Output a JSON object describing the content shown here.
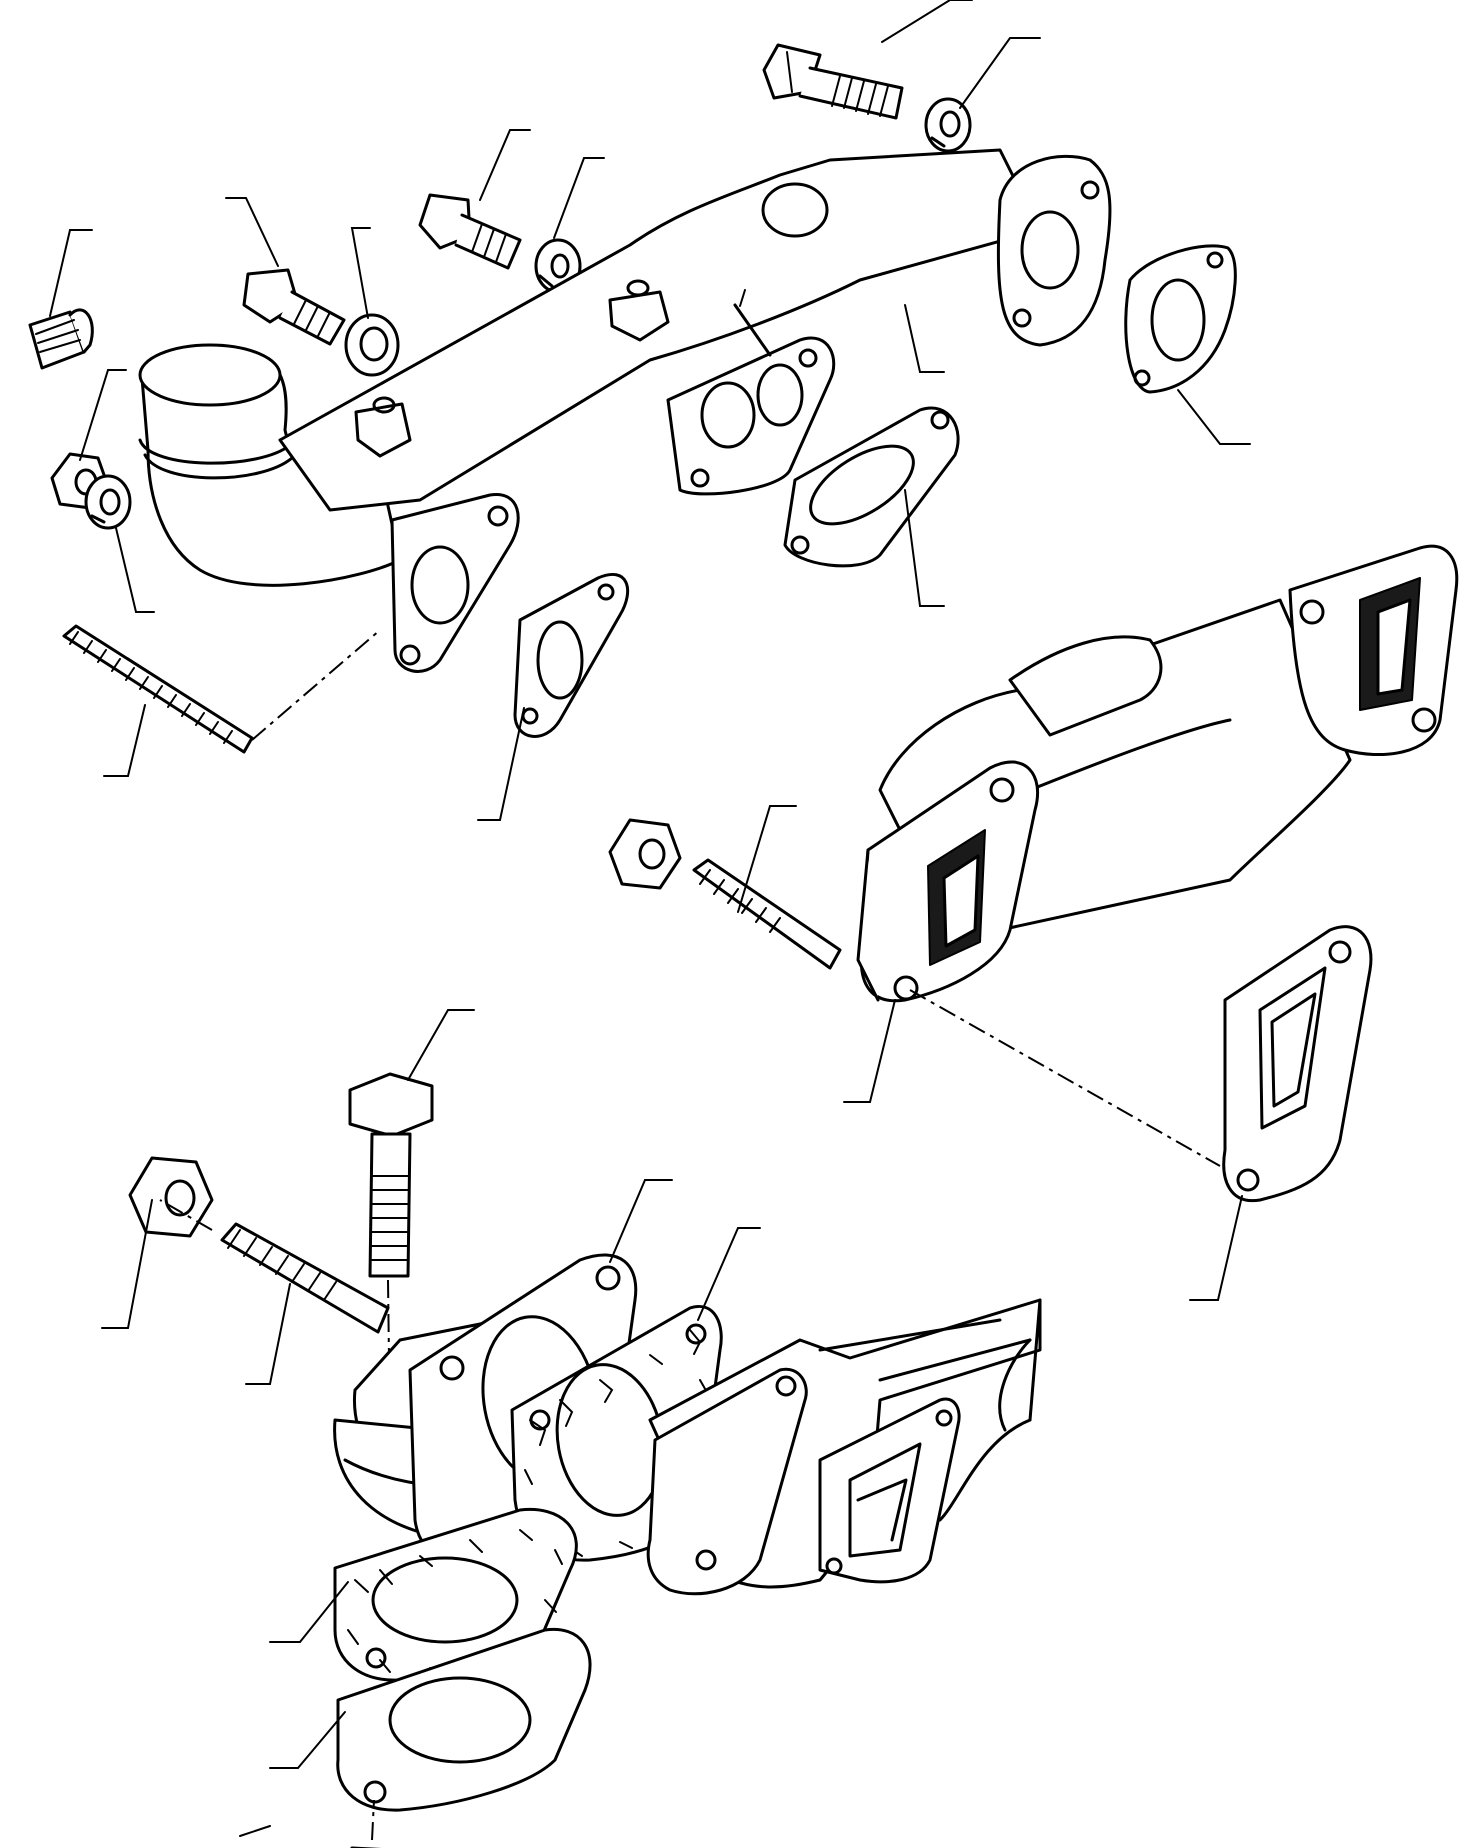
{
  "figure": {
    "kind": "exploded parts diagram",
    "colors": {
      "line": "#000000",
      "background": "#ffffff"
    }
  },
  "assemblies": [
    {
      "name": "upper-manifold",
      "parts": [
        {
          "id": "bolt-top",
          "icon": "hex-bolt-icon"
        },
        {
          "id": "washer-top",
          "icon": "split-washer-icon"
        },
        {
          "id": "bolt-mid",
          "icon": "hex-bolt-icon"
        },
        {
          "id": "washer-mid",
          "icon": "split-washer-icon"
        },
        {
          "id": "bolt-left",
          "icon": "hex-bolt-icon"
        },
        {
          "id": "washer-left",
          "icon": "flat-washer-icon"
        },
        {
          "id": "plug",
          "icon": "threaded-plug-icon"
        },
        {
          "id": "nut-left",
          "icon": "hex-nut-icon"
        },
        {
          "id": "washer-nut",
          "icon": "split-washer-icon"
        },
        {
          "id": "manifold-body",
          "icon": "exhaust-manifold-icon"
        },
        {
          "id": "stud-long",
          "icon": "threaded-stud-icon"
        },
        {
          "id": "gasket-small",
          "icon": "gasket-icon"
        },
        {
          "id": "gasket-oval",
          "icon": "gasket-icon"
        },
        {
          "id": "gasket-right",
          "icon": "gasket-icon"
        }
      ]
    },
    {
      "name": "middle-manifold",
      "parts": [
        {
          "id": "nut-mid",
          "icon": "hex-nut-icon"
        },
        {
          "id": "stud-mid",
          "icon": "threaded-stud-icon"
        },
        {
          "id": "manifold-square",
          "icon": "exhaust-manifold-icon"
        },
        {
          "id": "gasket-square",
          "icon": "gasket-icon"
        }
      ]
    },
    {
      "name": "lower-elbow",
      "parts": [
        {
          "id": "nut-low",
          "icon": "hex-nut-icon"
        },
        {
          "id": "stud-low",
          "icon": "threaded-stud-icon"
        },
        {
          "id": "bolt-low",
          "icon": "hex-bolt-icon"
        },
        {
          "id": "flange",
          "icon": "flange-icon"
        },
        {
          "id": "gasket-flange",
          "icon": "gasket-icon"
        },
        {
          "id": "gasket-bottom",
          "icon": "gasket-icon"
        },
        {
          "id": "flange-bottom",
          "icon": "flange-icon"
        },
        {
          "id": "nut-bottom",
          "icon": "hex-nut-icon"
        }
      ]
    }
  ]
}
